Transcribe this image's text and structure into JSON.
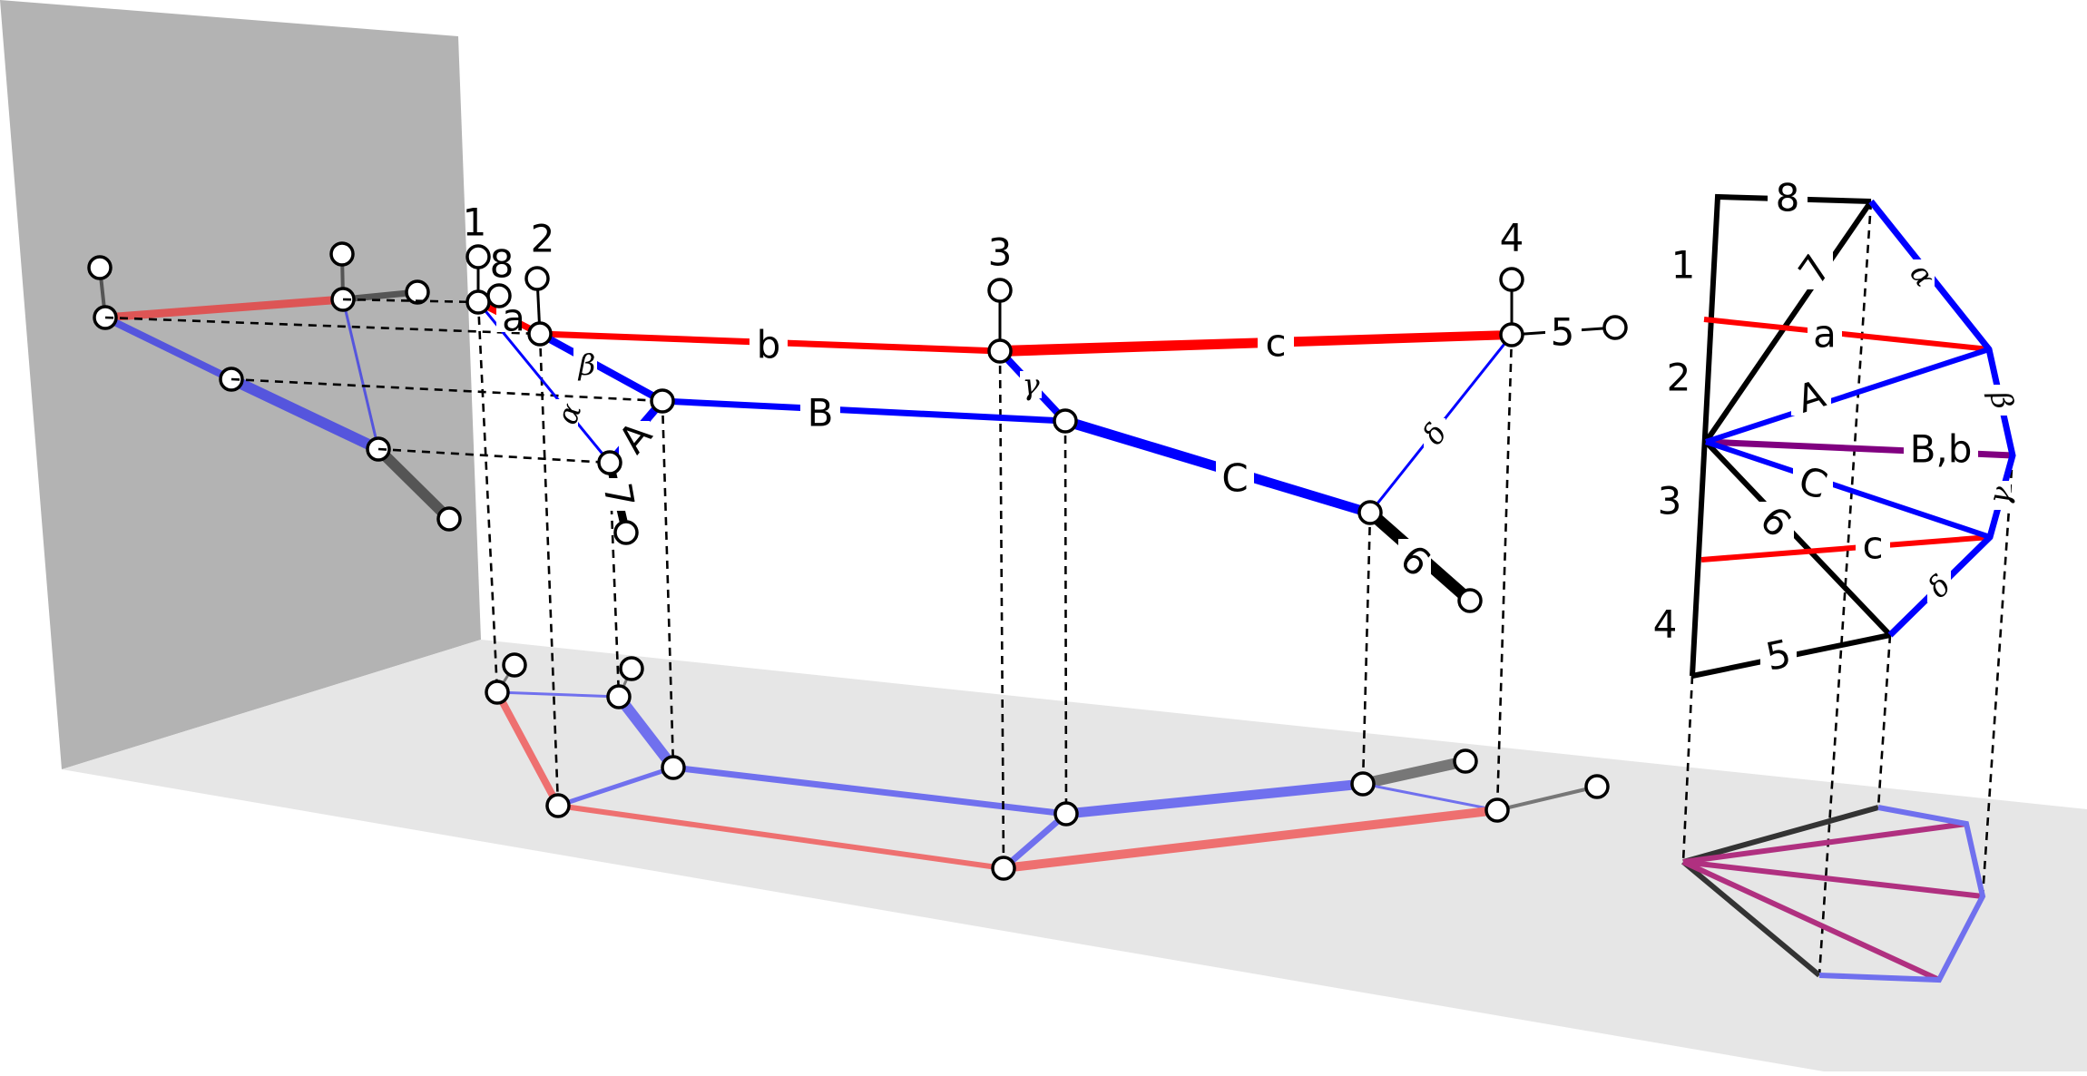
{
  "colors": {
    "wall": "#b3b3b3",
    "floor": "#e6e6e6",
    "red": "#ff0000",
    "blue": "#0000ff",
    "black": "#000000",
    "purple": "#800080",
    "proj_red": "#ee7070",
    "proj_blue": "#7070ee",
    "proj_black": "#555555",
    "floor_purple": "#b03080"
  },
  "labels": {
    "top": {
      "n1": "1",
      "n2": "2",
      "n3": "3",
      "n4": "4",
      "n8": "8",
      "a": "a",
      "b": "b",
      "c": "c",
      "A": "A",
      "B": "B",
      "C": "C",
      "n5": "5",
      "n6": "6",
      "n7": "7",
      "alpha": "α",
      "beta": "β",
      "gamma": "γ",
      "delta": "δ"
    },
    "right": {
      "n1": "1",
      "n2": "2",
      "n3": "3",
      "n4": "4",
      "n5": "5",
      "n6": "6",
      "n7": "7",
      "n8": "8",
      "a": "a",
      "A": "A",
      "Bb": "B,b",
      "C": "C",
      "c": "c",
      "alpha": "α",
      "beta": "β",
      "gamma": "γ",
      "delta": "δ"
    }
  }
}
